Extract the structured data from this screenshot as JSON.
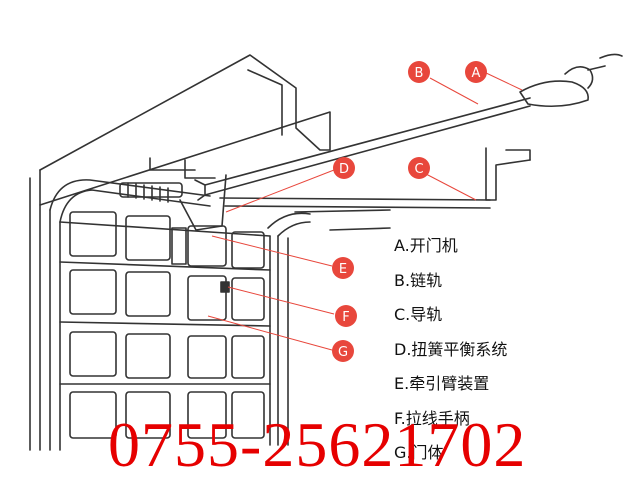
{
  "diagram": {
    "legend": [
      {
        "key": "A",
        "text": "A.开门机"
      },
      {
        "key": "B",
        "text": "B.链轨"
      },
      {
        "key": "C",
        "text": "C.导轨"
      },
      {
        "key": "D",
        "text": "D.扭簧平衡系统"
      },
      {
        "key": "E",
        "text": "E.牵引臂装置"
      },
      {
        "key": "F",
        "text": "F.拉线手柄"
      },
      {
        "key": "G",
        "text": "G.门体"
      }
    ],
    "callouts": [
      "A",
      "B",
      "C",
      "D",
      "E",
      "F",
      "G"
    ],
    "phone": "0755-25621702",
    "colors": {
      "line": "#333333",
      "callout": "#e8473c",
      "phone": "#e60000",
      "text": "#111111"
    }
  }
}
